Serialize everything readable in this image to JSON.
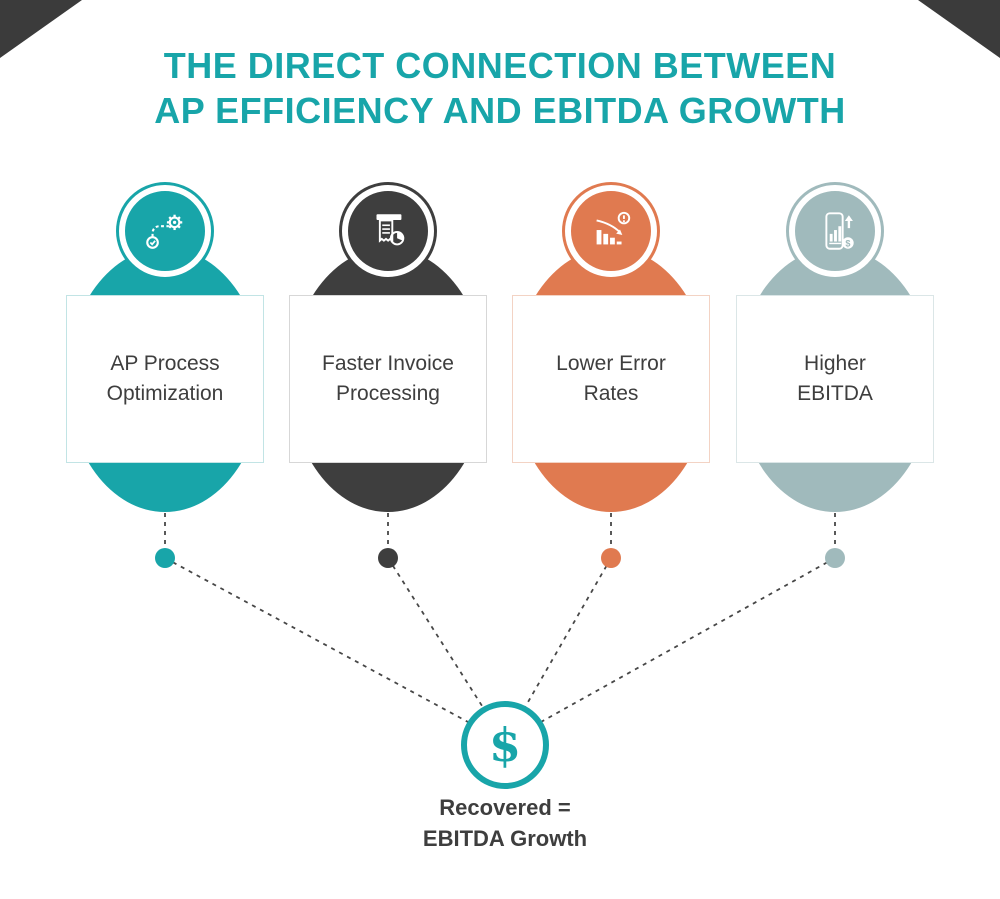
{
  "title": {
    "line1": "THE DIRECT CONNECTION BETWEEN",
    "line2": "AP EFFICIENCY AND EBITDA GROWTH"
  },
  "columns": [
    {
      "label": "AP Process\nOptimization",
      "color": "#18A5A9",
      "border": "#c2e4e5",
      "icon": "process-optimization-icon"
    },
    {
      "label": "Faster Invoice\nProcessing",
      "color": "#3E3E3E",
      "border": "#d7d7d7",
      "icon": "invoice-processing-icon"
    },
    {
      "label": "Lower Error\nRates",
      "color": "#E07A50",
      "border": "#f3d3c4",
      "icon": "declining-error-rates-icon"
    },
    {
      "label": "Higher\nEBITDA",
      "color": "#A0BABC",
      "border": "#dbe6e7",
      "icon": "mobile-ebitda-growth-icon"
    }
  ],
  "center": {
    "symbol": "$",
    "symbol_color": "#18A5A9",
    "ring_color": "#18A5A9",
    "caption": "Recovered =\nEBITDA Growth"
  },
  "colors": {
    "title": "#18A5A9",
    "corner": "#3B3B3B",
    "connector": "#474747",
    "text": "#3E3E3E"
  }
}
